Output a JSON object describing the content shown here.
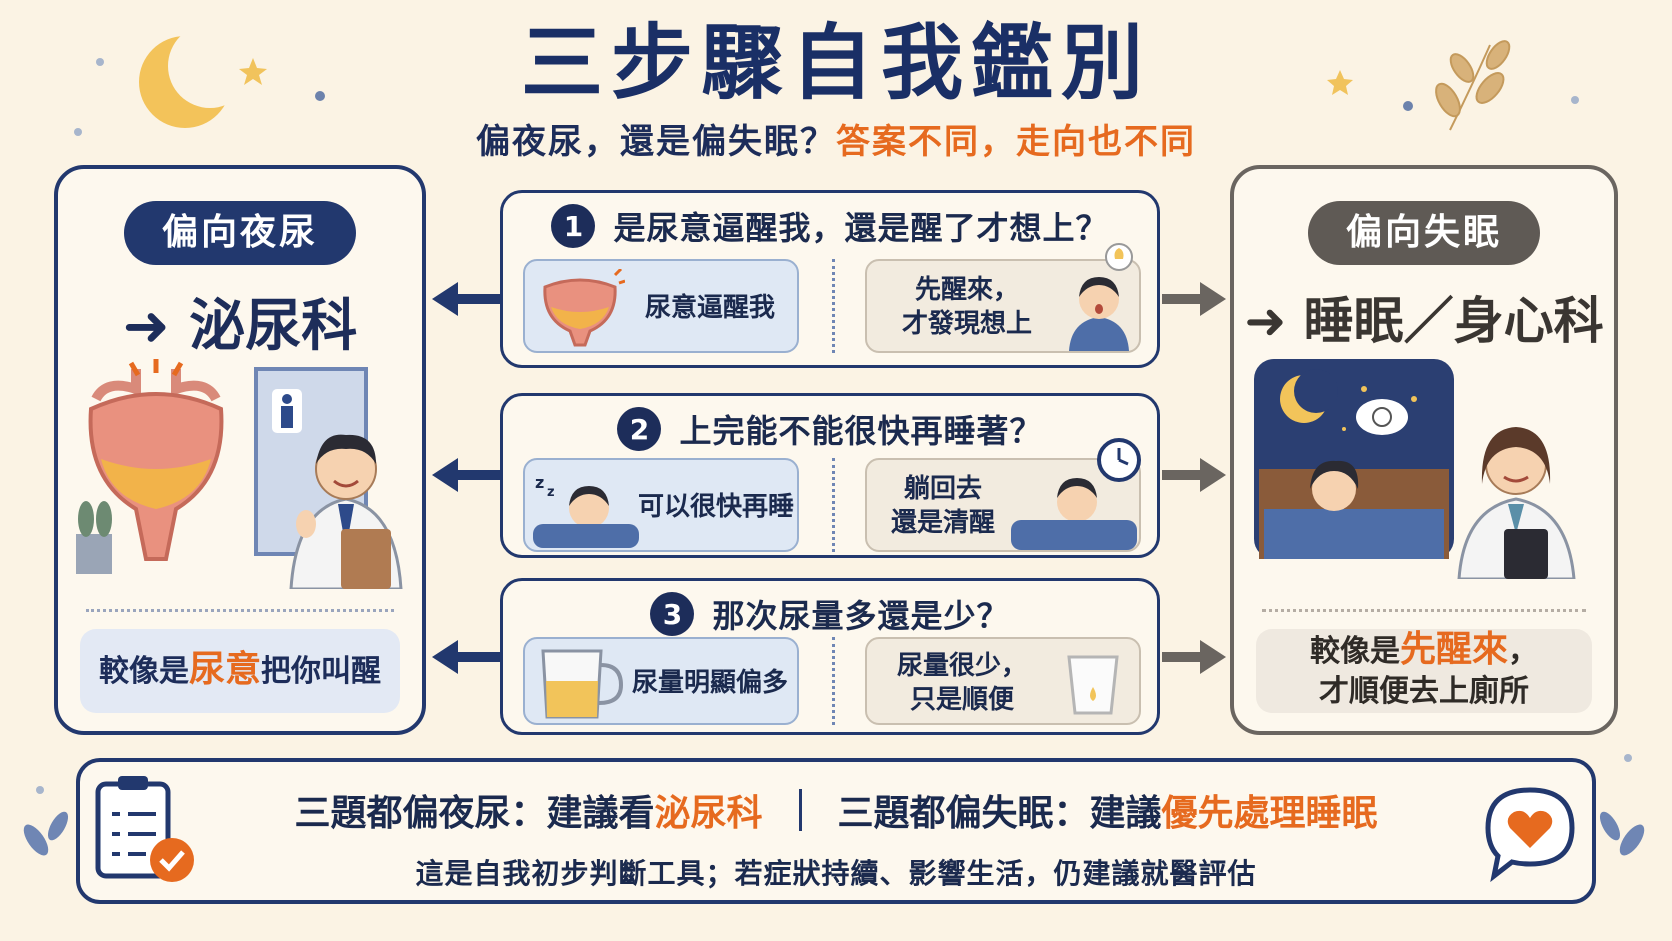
{
  "title": "三步驟自我鑑別",
  "subtitle": {
    "part1": "偏夜尿，還是偏失眠？",
    "part2": "答案不同，走向也不同"
  },
  "left_panel": {
    "pill": "偏向夜尿",
    "arrow": "➜",
    "dept": "泌尿科",
    "summary_pre": "較像是",
    "summary_highlight": "尿意",
    "summary_post": "把你叫醒"
  },
  "right_panel": {
    "pill": "偏向失眠",
    "arrow": "➜",
    "dept": "睡眠／身心科",
    "summary_pre": "較像是",
    "summary_highlight": "先醒來",
    "summary_post": "，",
    "summary_line2": "才順便去上廁所"
  },
  "questions": [
    {
      "number": "1",
      "text": "是尿意逼醒我，還是醒了才想上？",
      "left_option": "尿意逼醒我",
      "right_option_line1": "先醒來，",
      "right_option_line2": "才發現想上"
    },
    {
      "number": "2",
      "text": "上完能不能很快再睡著？",
      "left_option": "可以很快再睡",
      "right_option_line1": "躺回去",
      "right_option_line2": "還是清醒"
    },
    {
      "number": "3",
      "text": "那次尿量多還是少？",
      "left_option": "尿量明顯偏多",
      "right_option_line1": "尿量很少，",
      "right_option_line2": "只是順便"
    }
  ],
  "bottom": {
    "left_pre": "三題都偏夜尿：建議看",
    "left_highlight": "泌尿科",
    "right_pre": "三題都偏失眠：建議",
    "right_highlight": "優先處理睡眠",
    "note": "這是自我初步判斷工具；若症狀持續、影響生活，仍建議就醫評估"
  },
  "colors": {
    "navy": "#22386e",
    "orange": "#e66a1f",
    "gray": "#5f5a55",
    "background": "#fbf3e4"
  }
}
